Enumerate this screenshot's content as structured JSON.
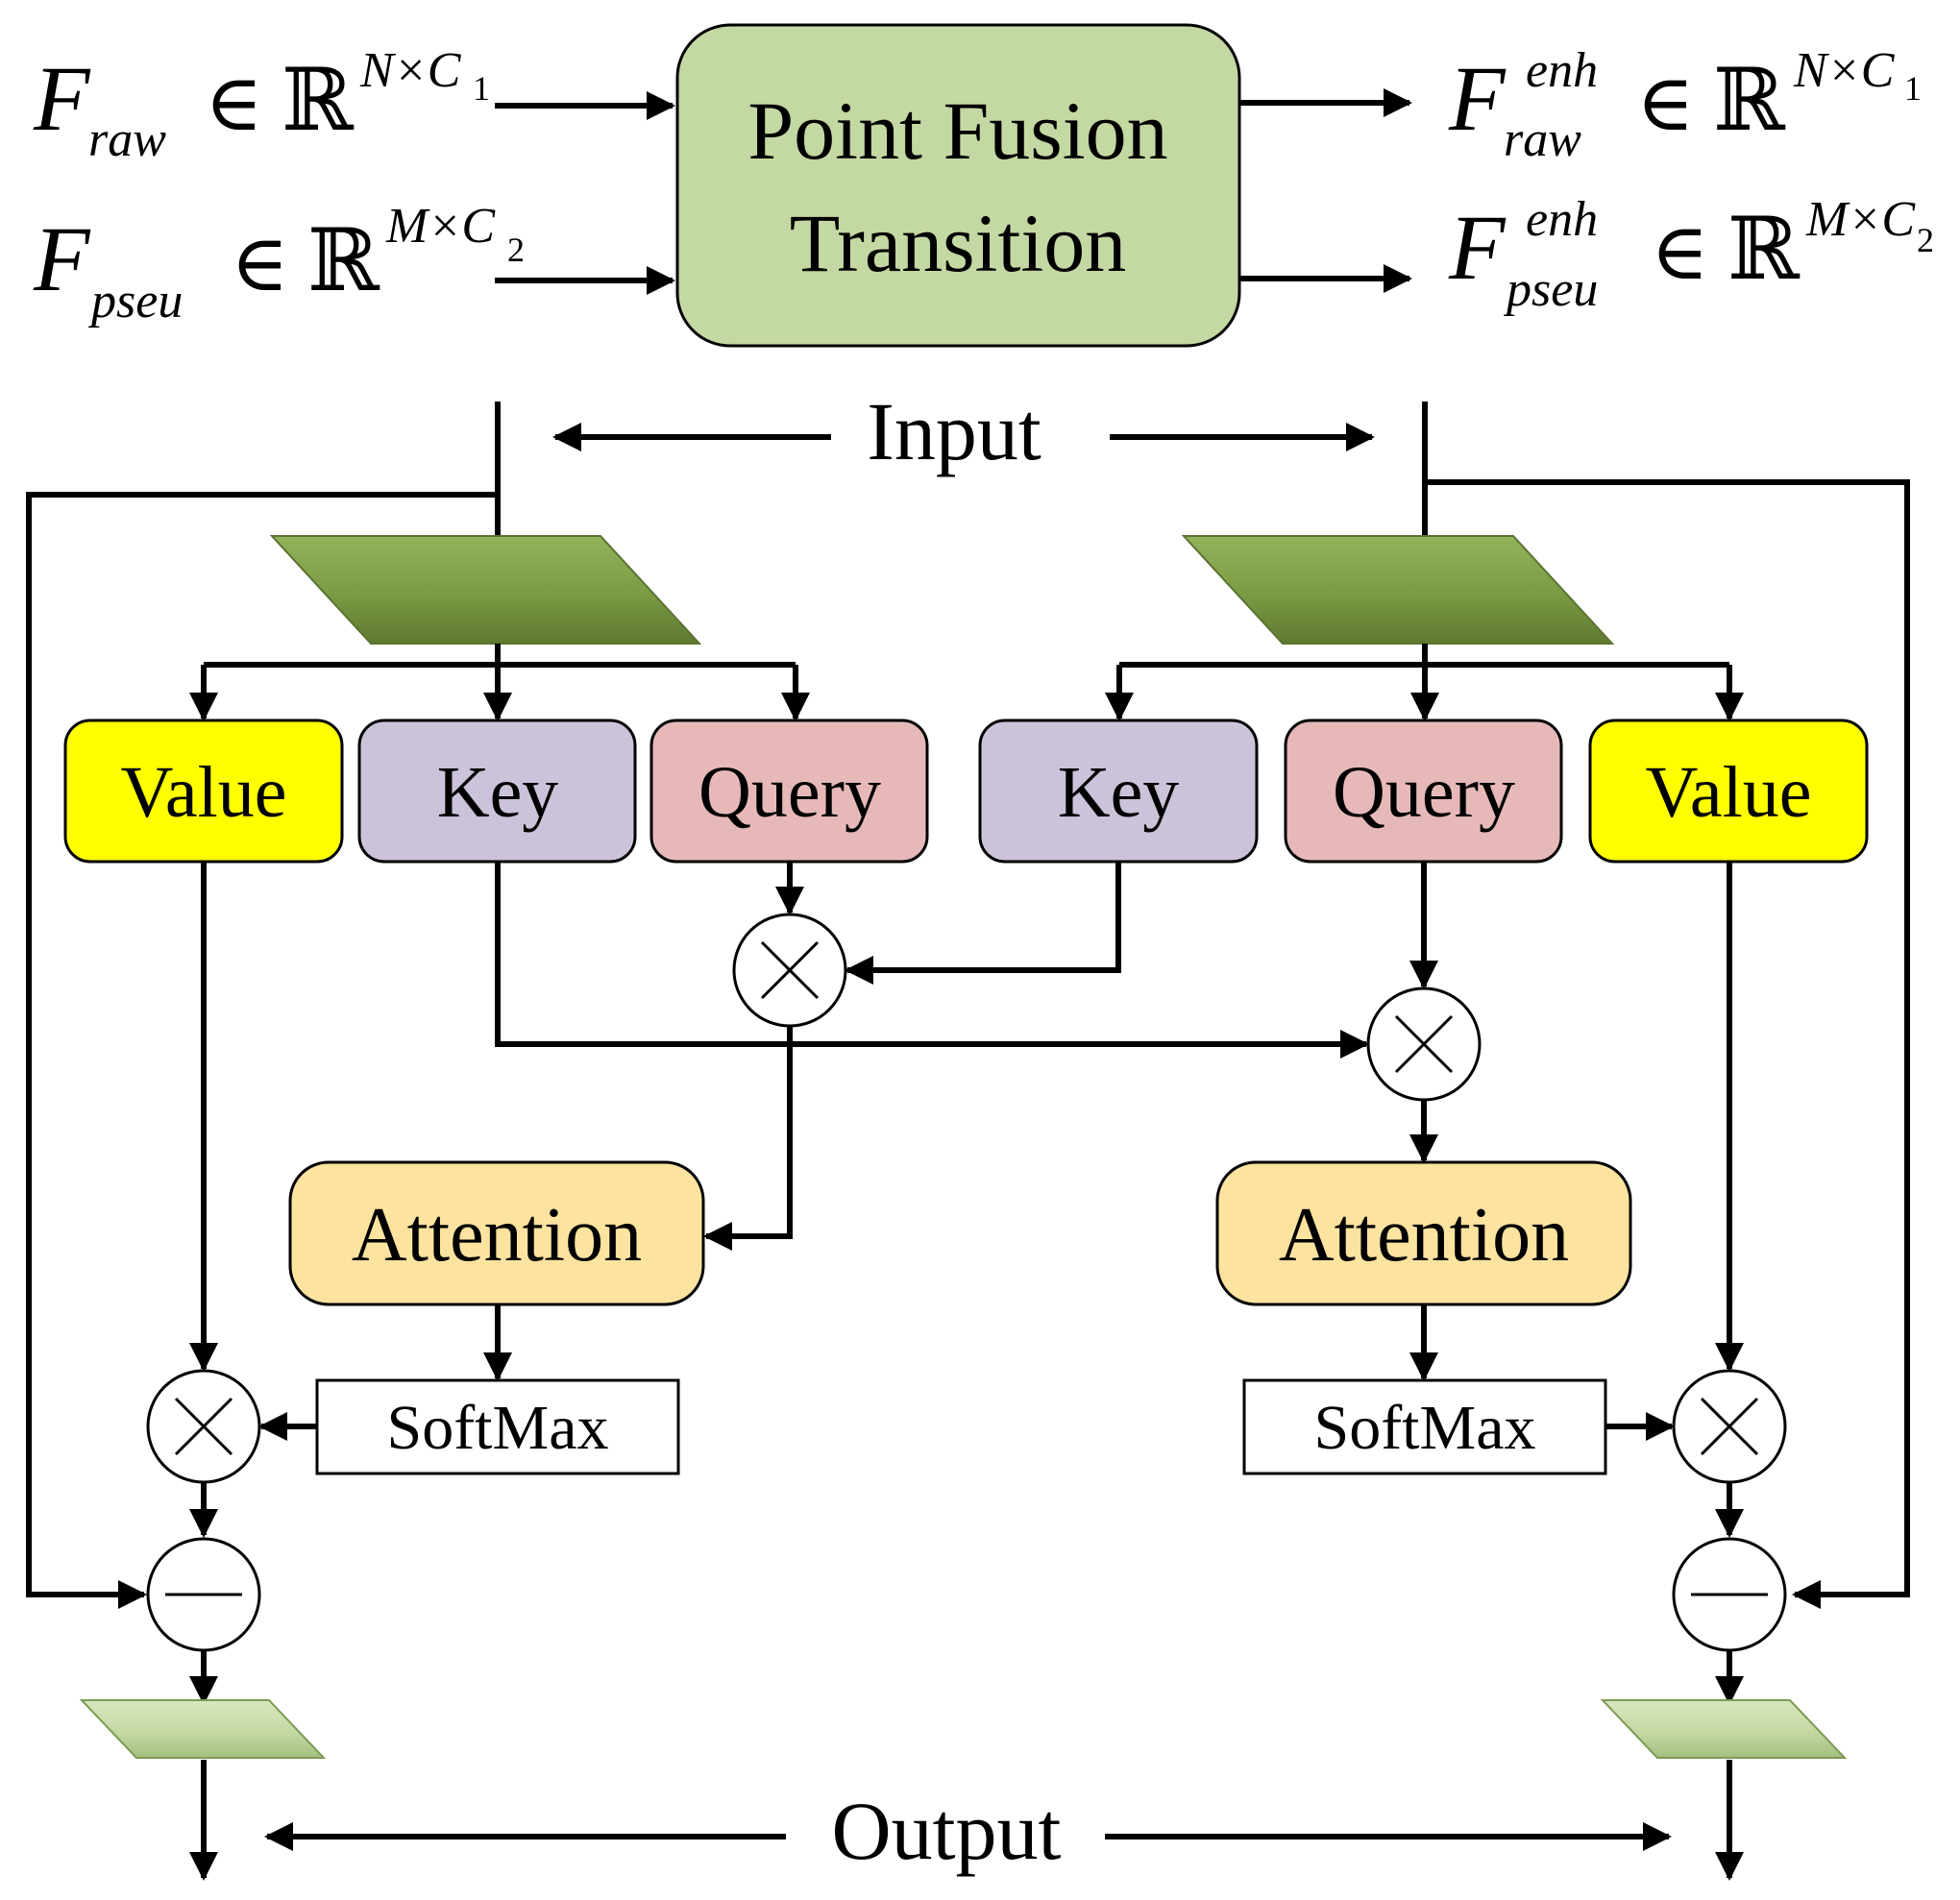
{
  "header": {
    "center_box": {
      "line1": "Point Fusion",
      "line2": "Transition"
    },
    "in1": {
      "sym": "F",
      "sub": "raw",
      "elem": "∈",
      "set": "ℝ",
      "sup_a": "N×C",
      "sup_b": "1"
    },
    "in2": {
      "sym": "F",
      "sub": "pseu",
      "elem": "∈",
      "set": "ℝ",
      "sup_a": "M×C",
      "sup_b": "2"
    },
    "out1": {
      "sym": "F",
      "sup_e": "enh",
      "sub": "raw",
      "elem": "∈",
      "set": "ℝ",
      "sup_a": "N×C",
      "sup_b": "1"
    },
    "out2": {
      "sym": "F",
      "sup_e": "enh",
      "sub": "pseu",
      "elem": "∈",
      "set": "ℝ",
      "sup_a": "M×C",
      "sup_b": "2"
    }
  },
  "labels": {
    "input": "Input",
    "output": "Output"
  },
  "left": {
    "value": "Value",
    "key": "Key",
    "query": "Query",
    "attention": "Attention",
    "softmax": "SoftMax"
  },
  "right": {
    "key": "Key",
    "query": "Query",
    "value": "Value",
    "attention": "Attention",
    "softmax": "SoftMax"
  },
  "colors": {
    "center_box": "#c4d8a3",
    "value": "#ffff00",
    "key": "#ccc3da",
    "query": "#e6b9b8",
    "attention": "#fde3a0",
    "feature_dark": "#7a9a44",
    "feature_light": "#c4d8a3"
  }
}
